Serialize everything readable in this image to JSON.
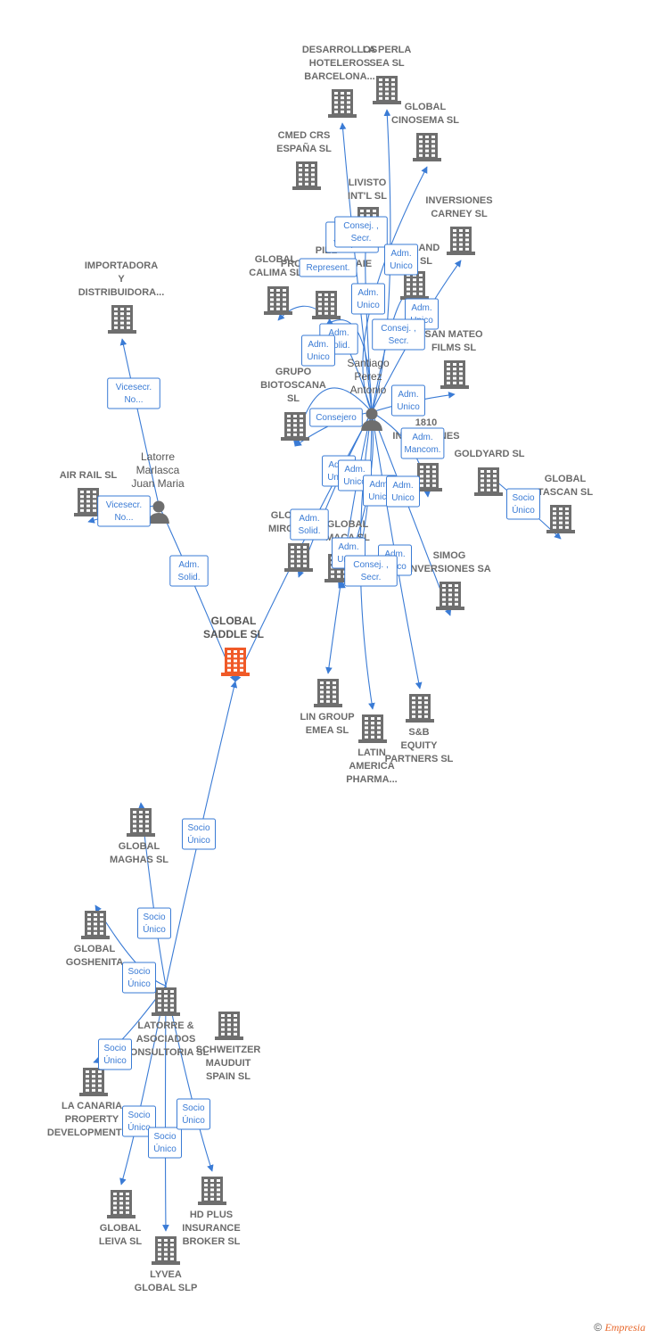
{
  "colors": {
    "edge": "#3a7bd5",
    "building": "#6e6e6e",
    "focus": "#f05a28",
    "person": "#6e6e6e"
  },
  "nodes": [
    {
      "id": "desarrollos",
      "kind": "company",
      "lines": [
        "DESARROLLOS",
        "HOTELEROS",
        "BARCELONA..."
      ]
    },
    {
      "id": "laperla",
      "kind": "company",
      "lines": [
        "LA PERLA",
        "SEA SL"
      ]
    },
    {
      "id": "globalcinosema",
      "kind": "company",
      "lines": [
        "GLOBAL",
        "CINOSEMA SL"
      ]
    },
    {
      "id": "cmedcrs",
      "kind": "company",
      "lines": [
        "CMED CRS",
        "ESPAÑA SL"
      ]
    },
    {
      "id": "livisto",
      "kind": "company",
      "lines": [
        "LIVISTO",
        "INT'L SL"
      ]
    },
    {
      "id": "inversionescarney",
      "kind": "company",
      "lines": [
        "INVERSIONES",
        "CARNEY SL"
      ]
    },
    {
      "id": "land",
      "kind": "company",
      "lines": [
        "LAND",
        "SL"
      ]
    },
    {
      "id": "importadora",
      "kind": "company",
      "lines": [
        "IMPORTADORA",
        "Y",
        "DISTRIBUIDORA..."
      ]
    },
    {
      "id": "globalcalima",
      "kind": "company",
      "lines": [
        "GLOBAL",
        "CALIMA SL"
      ]
    },
    {
      "id": "piel",
      "kind": "company",
      "lines": [
        "PIEL",
        "PRODUCTIONS AIE"
      ]
    },
    {
      "id": "sanmateo",
      "kind": "company",
      "lines": [
        "SAN MATEO",
        "FILMS SL"
      ]
    },
    {
      "id": "grupobiotoscana",
      "kind": "company",
      "lines": [
        "GRUPO",
        "BIOTOSCANA",
        "SL"
      ]
    },
    {
      "id": "santiago",
      "kind": "person",
      "lines": [
        "Santiago",
        "Perez",
        "Antonio"
      ]
    },
    {
      "id": "n1810",
      "kind": "company",
      "lines": [
        "1810",
        "INVERSIONES"
      ]
    },
    {
      "id": "goldyard",
      "kind": "company",
      "lines": [
        "GOLDYARD SL"
      ]
    },
    {
      "id": "globaltascan",
      "kind": "company",
      "lines": [
        "GLOBAL",
        "TASCAN SL"
      ]
    },
    {
      "id": "latorremarlasca",
      "kind": "person",
      "lines": [
        "Latorre",
        "Marlasca",
        "Juan Maria"
      ]
    },
    {
      "id": "airrail",
      "kind": "company",
      "lines": [
        "AIR RAIL SL"
      ]
    },
    {
      "id": "globalmiro",
      "kind": "company",
      "lines": [
        "GLOBAL",
        "MIROBOT"
      ]
    },
    {
      "id": "globalmaca",
      "kind": "company",
      "lines": [
        "GLOBAL",
        "MACA SL"
      ]
    },
    {
      "id": "simog",
      "kind": "company",
      "lines": [
        "SIMOG",
        "INVERSIONES SA"
      ]
    },
    {
      "id": "globalsaddle",
      "kind": "focus",
      "lines": [
        "GLOBAL",
        "SADDLE SL"
      ]
    },
    {
      "id": "lingroup",
      "kind": "company",
      "lines": [
        "LIN GROUP",
        "EMEA SL"
      ]
    },
    {
      "id": "latinamerica",
      "kind": "company",
      "lines": [
        "LATIN",
        "AMERICA",
        "PHARMA..."
      ]
    },
    {
      "id": "sbequity",
      "kind": "company",
      "lines": [
        "S&B",
        "EQUITY",
        "PARTNERS SL"
      ]
    },
    {
      "id": "globalmaghas",
      "kind": "company",
      "lines": [
        "GLOBAL",
        "MAGHAS SL"
      ]
    },
    {
      "id": "globalgoshenita",
      "kind": "company",
      "lines": [
        "GLOBAL",
        "GOSHENITA"
      ]
    },
    {
      "id": "latorreasociados",
      "kind": "company",
      "lines": [
        "LATORRE &",
        "ASOCIADOS",
        "CONSULTORIA SL"
      ]
    },
    {
      "id": "schweitzer",
      "kind": "company",
      "lines": [
        "SCHWEITZER",
        "MAUDUIT",
        "SPAIN SL"
      ]
    },
    {
      "id": "lacanaria",
      "kind": "company",
      "lines": [
        "LA CANARIA",
        "PROPERTY",
        "DEVELOPMENTS..."
      ]
    },
    {
      "id": "hdplus",
      "kind": "company",
      "lines": [
        "HD PLUS",
        "INSURANCE",
        "BROKER SL"
      ]
    },
    {
      "id": "globalleiva",
      "kind": "company",
      "lines": [
        "GLOBAL",
        "LEIVA SL"
      ]
    },
    {
      "id": "lyvea",
      "kind": "company",
      "lines": [
        "LYVEA",
        "GLOBAL SLP"
      ]
    }
  ],
  "edges": [
    {
      "label": [
        "Consej. ,",
        "Vicepres."
      ]
    },
    {
      "label": [
        "Consej. ,",
        "Secr."
      ]
    },
    {
      "label": [
        "Adm.",
        "Unico"
      ]
    },
    {
      "label": [
        "Represent."
      ]
    },
    {
      "label": [
        "Adm.",
        "Unico"
      ]
    },
    {
      "label": [
        "Adm.",
        "Unico"
      ]
    },
    {
      "label": [
        "Adm.",
        "Solid."
      ]
    },
    {
      "label": [
        "Adm.",
        "Unico"
      ]
    },
    {
      "label": [
        "Consej. ,",
        "Secr."
      ]
    },
    {
      "label": [
        "Adm.",
        "Unico"
      ]
    },
    {
      "label": [
        "Consejero"
      ]
    },
    {
      "label": [
        "Adm.",
        "Mancom."
      ]
    },
    {
      "label": [
        "Adm.",
        "Unico"
      ]
    },
    {
      "label": [
        "Adm.",
        "Unico"
      ]
    },
    {
      "label": [
        "Adm.",
        "Unico"
      ]
    },
    {
      "label": [
        "Adm.",
        "Unico"
      ]
    },
    {
      "label": [
        "Adm.",
        "Solid."
      ]
    },
    {
      "label": [
        "Adm.",
        "Unico"
      ]
    },
    {
      "label": [
        "Adm.",
        "Unico"
      ]
    },
    {
      "label": [
        "Consej. ,",
        "Secr."
      ]
    },
    {
      "label": [
        "Socio",
        "Único"
      ]
    },
    {
      "label": [
        "Vicesecr.",
        "No..."
      ]
    },
    {
      "label": [
        "Vicesecr.",
        "No..."
      ]
    },
    {
      "label": [
        "Adm.",
        "Solid."
      ]
    },
    {
      "label": [
        "Socio",
        "Único"
      ]
    },
    {
      "label": [
        "Socio",
        "Único"
      ]
    },
    {
      "label": [
        "Socio",
        "Único"
      ]
    },
    {
      "label": [
        "Socio",
        "Único"
      ]
    },
    {
      "label": [
        "Socio",
        "Único"
      ]
    },
    {
      "label": [
        "Socio",
        "Único"
      ]
    },
    {
      "label": [
        "Socio",
        "Único"
      ]
    }
  ],
  "footer": {
    "copyright": "©",
    "brand": "Empresia"
  }
}
